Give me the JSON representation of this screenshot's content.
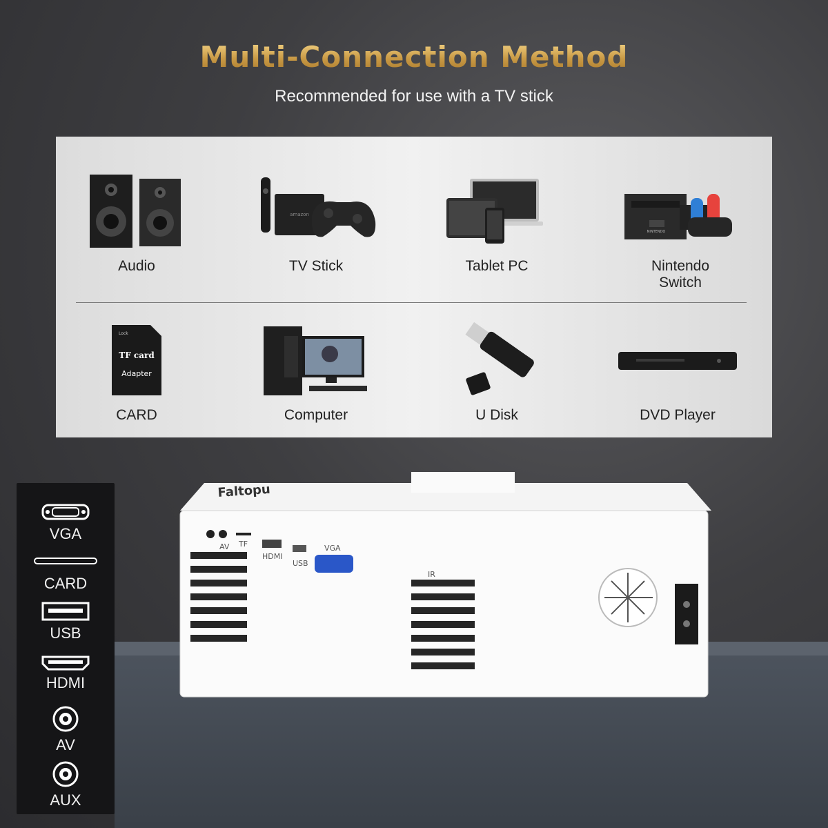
{
  "header": {
    "title": "Multi-Connection Method",
    "subtitle": "Recommended for use with a TV stick"
  },
  "devices": [
    {
      "label": "Audio",
      "icon": "speakers-icon"
    },
    {
      "label": "TV Stick",
      "icon": "tv-stick-icon"
    },
    {
      "label": "Tablet PC",
      "icon": "tablet-pc-icon"
    },
    {
      "label": "Nintendo Switch",
      "icon": "nintendo-switch-icon"
    },
    {
      "label": "CARD",
      "icon": "sd-card-icon"
    },
    {
      "label": "Computer",
      "icon": "computer-icon"
    },
    {
      "label": "U Disk",
      "icon": "usb-disk-icon"
    },
    {
      "label": "DVD Player",
      "icon": "dvd-player-icon"
    }
  ],
  "card_icon_text": {
    "top": "TF card",
    "bottom": "Adapter",
    "lock": "Lock"
  },
  "ports": [
    {
      "label": "VGA",
      "icon": "vga-port-icon"
    },
    {
      "label": "CARD",
      "icon": "card-slot-icon"
    },
    {
      "label": "USB",
      "icon": "usb-port-icon"
    },
    {
      "label": "HDMI",
      "icon": "hdmi-port-icon"
    },
    {
      "label": "AV",
      "icon": "av-jack-icon"
    },
    {
      "label": "AUX",
      "icon": "aux-jack-icon"
    }
  ],
  "projector": {
    "brand": "Faltopu",
    "port_labels": [
      "AV",
      "TF",
      "HDMI",
      "USB",
      "VGA",
      "IR"
    ]
  },
  "colors": {
    "gold": "#d6a84f",
    "panel": "#ececec",
    "sidebar": "#151517"
  }
}
